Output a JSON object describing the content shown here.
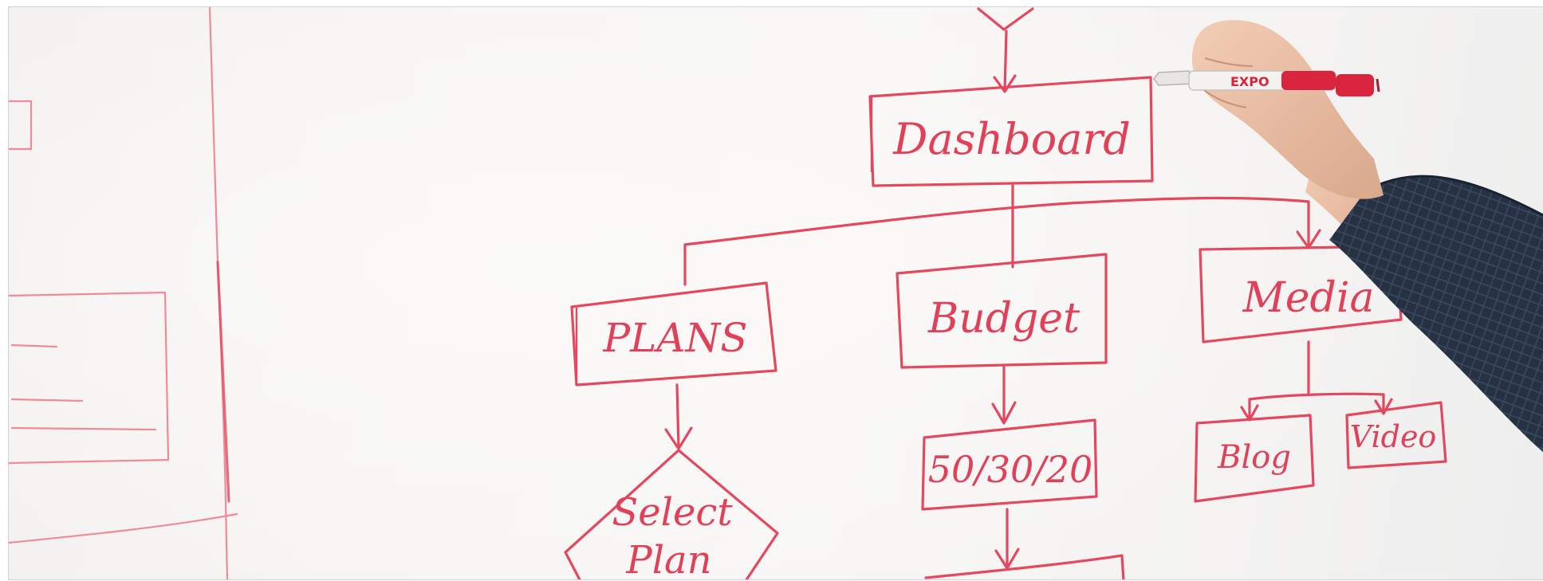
{
  "photo": {
    "subject": "",
    "ink_color": "#e5475e",
    "board_color": "#f6f5f3"
  },
  "flowchart": {
    "dashboard": "Dashboard",
    "plans": "PLANS",
    "budget": "Budget",
    "media": "Media",
    "select_plan_line1": "Select",
    "select_plan_line2": "Plan",
    "ratio": "50/30/20",
    "blog": "Blog",
    "video": "Video"
  },
  "marker": {
    "brand": "EXPO",
    "color": "#d8243c"
  }
}
